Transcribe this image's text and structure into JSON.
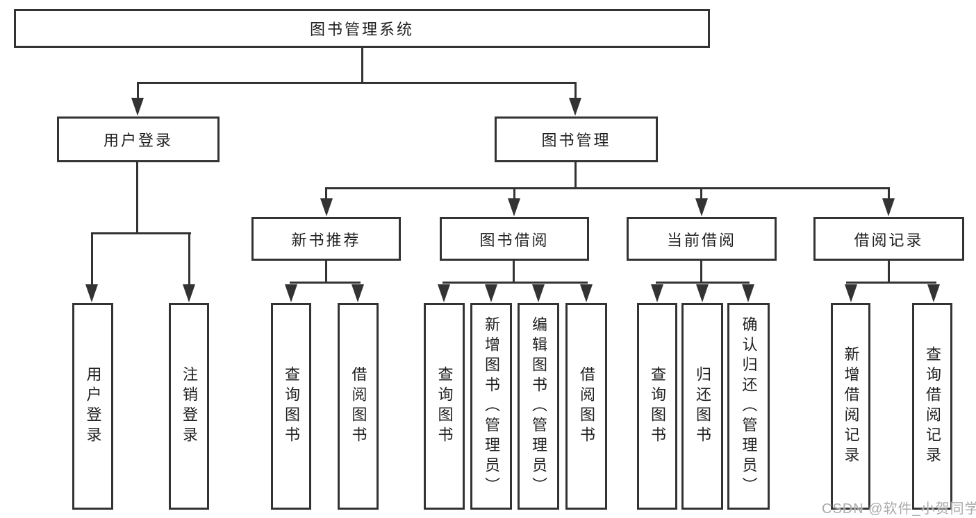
{
  "diagram_title": "图书管理系统",
  "nodes": {
    "root": "图书管理系统",
    "user_login": "用户登录",
    "book_management": "图书管理",
    "new_book_recommend": "新书推荐",
    "book_borrow": "图书借阅",
    "current_borrow": "当前借阅",
    "borrow_record": "借阅记录",
    "leaf_user_login": "用户登录",
    "leaf_logout": "注销登录",
    "leaf_rec_query_book": "查询图书",
    "leaf_rec_borrow_book": "借阅图书",
    "leaf_bb_query_book": "查询图书",
    "leaf_bb_add_book": "新增图书（管理员）",
    "leaf_bb_edit_book": "编辑图书（管理员）",
    "leaf_bb_borrow_book": "借阅图书",
    "leaf_cb_query_book": "查询图书",
    "leaf_cb_return_book": "归还图书",
    "leaf_cb_confirm_return": "确认归还（管理员）",
    "leaf_br_add_record": "新增借阅记录",
    "leaf_br_query_record": "查询借阅记录"
  },
  "watermark": "CSDN @软件_小贺同学",
  "colors": {
    "line": "#333333",
    "text": "#1f1f1f",
    "watermark": "#ababab",
    "background": "#ffffff"
  }
}
